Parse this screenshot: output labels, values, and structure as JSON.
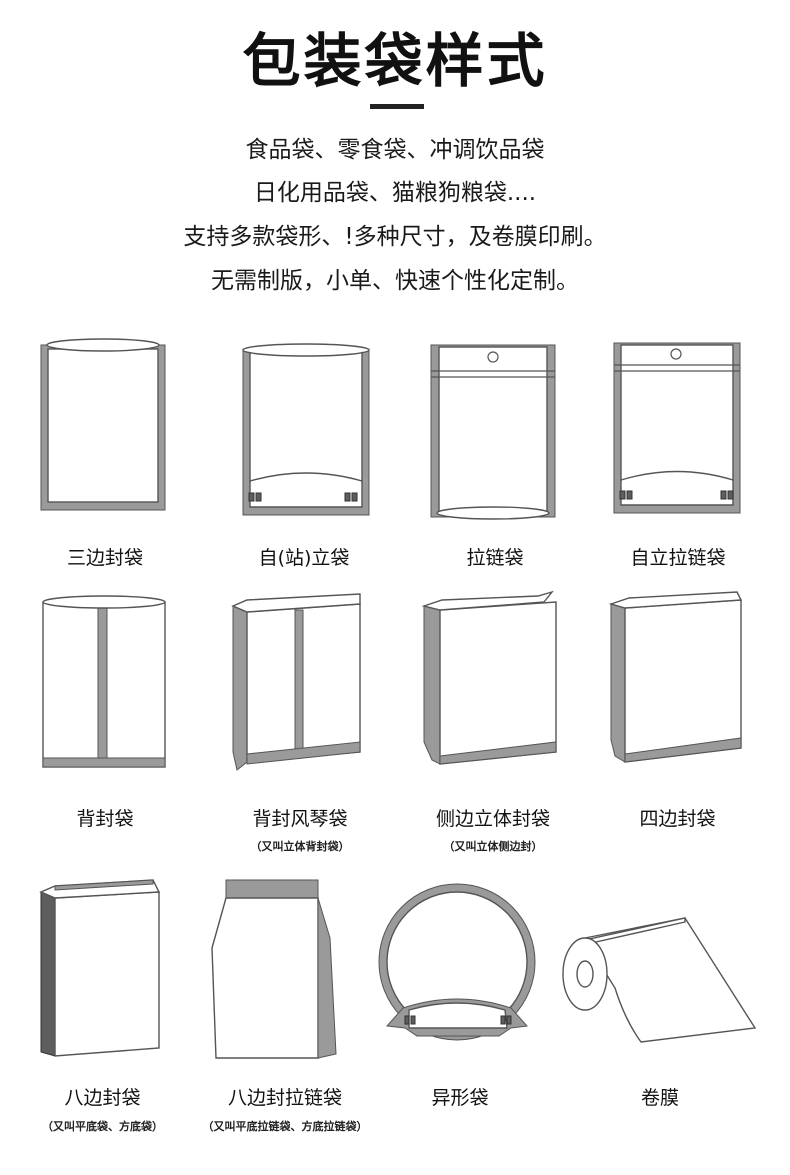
{
  "title": "包装袋样式",
  "intro_lines": [
    "食品袋、零食袋、冲调饮品袋",
    "日化用品袋、猫粮狗粮袋....",
    "支持多款袋形、!多种尺寸，及卷膜印刷。",
    "无需制版，小单、快速个性化定制。"
  ],
  "bags": [
    {
      "label": "三边封袋",
      "icon": "three-side-seal-bag-icon"
    },
    {
      "label": "自(站)立袋",
      "icon": "stand-up-bag-icon"
    },
    {
      "label": "拉链袋",
      "icon": "zipper-bag-icon"
    },
    {
      "label": "自立拉链袋",
      "icon": "stand-up-zipper-bag-icon"
    },
    {
      "label": "背封袋",
      "icon": "back-seal-bag-icon"
    },
    {
      "label": "背封风琴袋",
      "note": "（又叫立体背封袋）",
      "icon": "back-seal-gusset-bag-icon"
    },
    {
      "label": "侧边立体封袋",
      "note": "（又叫立体侧边封）",
      "icon": "side-gusset-bag-icon"
    },
    {
      "label": "四边封袋",
      "icon": "four-side-seal-bag-icon"
    },
    {
      "label": "八边封袋",
      "note": "（又叫平底袋、方底袋）",
      "icon": "flat-bottom-bag-icon"
    },
    {
      "label": "八边封拉链袋",
      "note": "（又叫平底拉链袋、方底拉链袋）",
      "icon": "flat-bottom-zipper-bag-icon"
    },
    {
      "label": "异形袋",
      "icon": "shaped-bag-icon"
    },
    {
      "label": "卷膜",
      "icon": "roll-film-icon"
    }
  ]
}
